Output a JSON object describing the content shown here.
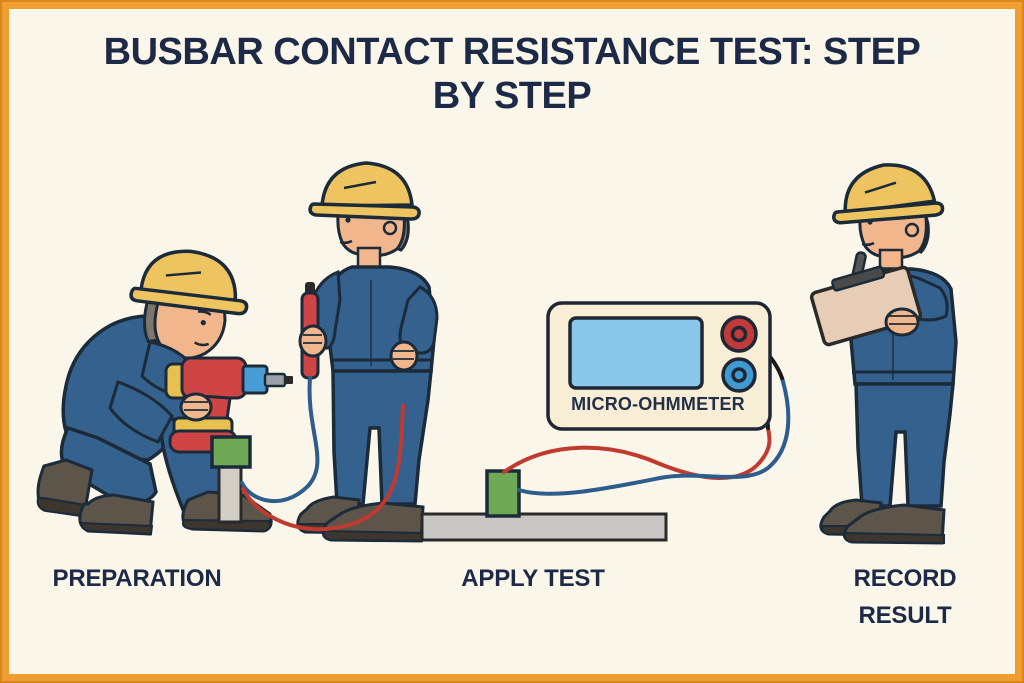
{
  "poster": {
    "title_line1": "BUSBAR CONTACT RESISTANCE TEST: STEP",
    "title_line2": "BY STEP"
  },
  "steps": [
    {
      "id": "preparation",
      "label": "PREPARATION"
    },
    {
      "id": "apply-test",
      "label": "APPLY TEST"
    },
    {
      "id": "record-result",
      "label_line1": "RECORD",
      "label_line2": "RESULT"
    }
  ],
  "device": {
    "label": "MICRO-OHMMETER"
  },
  "colors": {
    "frame_border_orange": "#f09e31",
    "frame_border_edge": "#d9861c",
    "background_cream": "#fbf6ea",
    "heading_navy": "#1d2a47",
    "coverall_blue": "#35618e",
    "outline_dark": "#1c2b3a",
    "hard_hat_yellow": "#edc45f",
    "skin_tone": "#f2b68c",
    "hair_grey": "#7f766b",
    "boot_brown": "#5d554a",
    "busbar_grey": "#c9c7c3",
    "contact_block_green": "#6fa956",
    "drill_red": "#cf4444",
    "drill_chuck_blue": "#4a9cd6",
    "device_body_cream": "#f8eed6",
    "device_screen_blue": "#8ac7ea",
    "terminal_red": "#c23b3b",
    "terminal_blue": "#3f9ad2",
    "lead_red": "#c03a30",
    "lead_blue": "#2d5d8c"
  }
}
